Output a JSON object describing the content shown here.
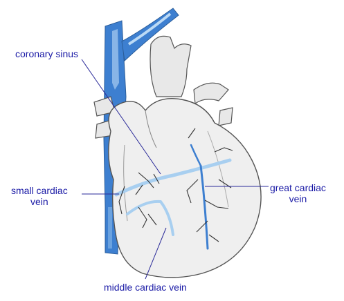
{
  "labels": {
    "coronary_sinus": "coronary sinus",
    "small_cardiac_vein": [
      "small cardiac",
      "vein"
    ],
    "great_cardiac_vein": [
      "great cardiac",
      "vein"
    ],
    "middle_cardiac_vein": "middle cardiac vein"
  },
  "colors": {
    "vein": "#3d7fd0",
    "vein_light": "#a8cff0",
    "heart_fill": "#efefef",
    "outline": "#555555",
    "label_text": "#1a1aa6",
    "pointer_line": "#2a2a99"
  }
}
